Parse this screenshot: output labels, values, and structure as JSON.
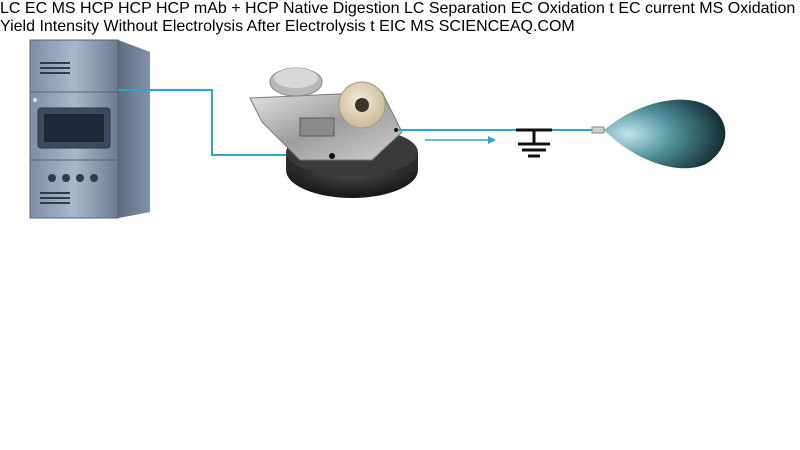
{
  "instruments": {
    "lc_label": "LC",
    "ec_label": "EC",
    "ms_label": "MS"
  },
  "workflow": {
    "sample_caption": "mAb + HCP",
    "hcp_badge": "HCP",
    "step1_label": "Native Digestion",
    "step2_label_line1": "LC Separation",
    "step2_label_line2": "EC Oxidation",
    "step3_label_line1": "MS",
    "step3_label_line2": "Oxidation Yield",
    "ec_current_caption": "EC current",
    "eic_caption": "EIC MS",
    "time_axis_symbol": "t",
    "intensity_axis_label": "Intensity",
    "trace_top_label": "Without Electrolysis",
    "trace_bottom_label": "After Electrolysis"
  },
  "watermark": "SCIENCEAQ.COM",
  "colors": {
    "label_red": "#c8262b",
    "line_cyan": "#2aa8c8",
    "trace_red": "#e0474c",
    "trace_blue": "#2aa7d6",
    "trace_orange": "#e8931a",
    "peptide_blue": "#3a6fc4",
    "peptide_orange": "#e07a1a",
    "peptide_green": "#7cc242",
    "hcp_red": "#e8452a"
  },
  "icons": [
    "lc-instrument-icon",
    "ec-cell-icon",
    "ms-spray-icon",
    "ground-icon",
    "antibody-icon",
    "peptide-icon",
    "arrow-icon"
  ]
}
